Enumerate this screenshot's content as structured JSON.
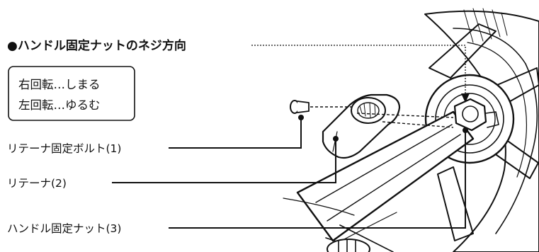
{
  "heading": "●ハンドル固定ナットのネジ方向",
  "rotation_box": {
    "line1": "右回転…しまる",
    "line2": "左回転…ゆるむ"
  },
  "callouts": [
    {
      "label": "リテーナ固定ボルト(1)"
    },
    {
      "label": "リテーナ(2)"
    },
    {
      "label": "ハンドル固定ナット(3)"
    }
  ]
}
